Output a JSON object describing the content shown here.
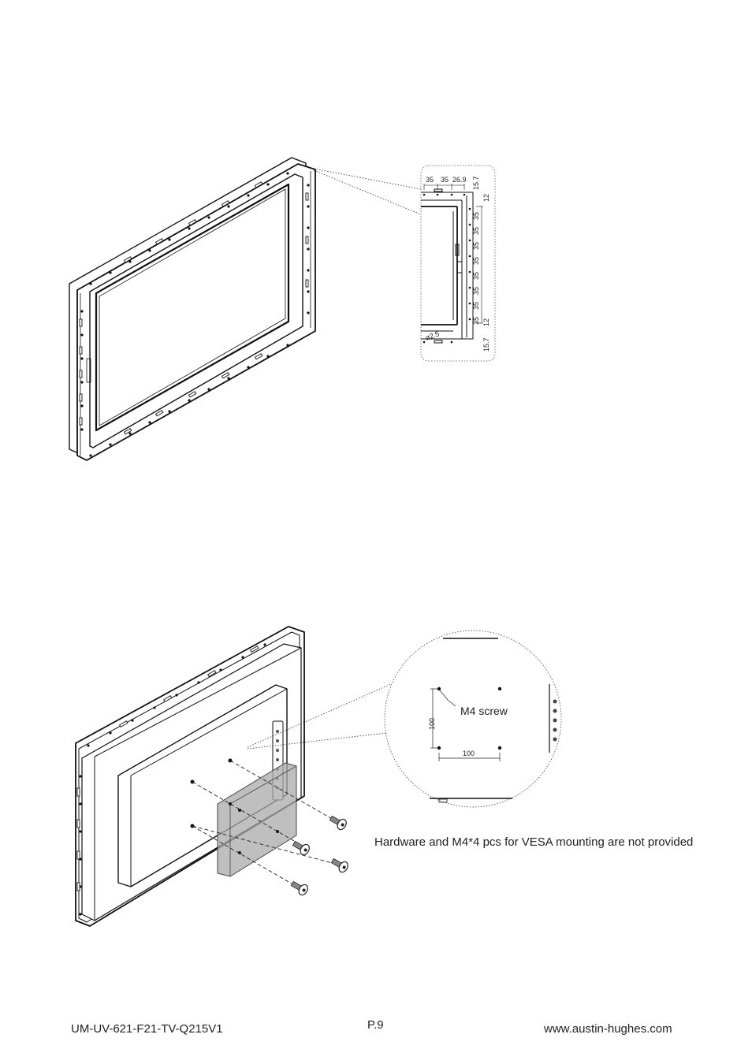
{
  "figure1": {
    "detail_dims": {
      "top": [
        "35",
        "35",
        "26.9",
        "15.7"
      ],
      "corner_top": "12",
      "side": [
        "35",
        "35",
        "35",
        "35",
        "35",
        "35",
        "35",
        "35"
      ],
      "corner_bottom": "12",
      "bottom": "15.7",
      "hole": "ø2.5"
    }
  },
  "figure2": {
    "screw_label": "M4 screw",
    "dim_horizontal": "100",
    "dim_vertical": "100",
    "note": "Hardware and M4*4 pcs for VESA mounting are not provided"
  },
  "footer": {
    "doc_id": "UM-UV-621-F21-TV-Q215V1",
    "page": "P.9",
    "website": "www.austin-hughes.com"
  }
}
